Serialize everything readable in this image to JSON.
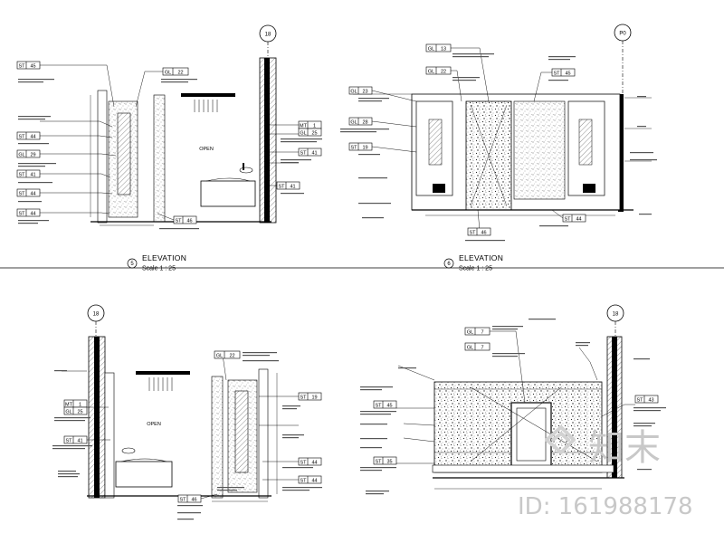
{
  "views": [
    {
      "number": "5",
      "title": "ELEVATION",
      "scale": "Scale 1 : 25"
    },
    {
      "number": "6",
      "title": "ELEVATION",
      "scale": "Scale 1 : 25"
    }
  ],
  "grid_labels": {
    "a": "18",
    "b": "P0",
    "c": "18",
    "d": "18"
  },
  "open_label": "OPEN",
  "tags": {
    "st45": [
      "ST",
      "45"
    ],
    "gl22": [
      "GL",
      "22"
    ],
    "st44": [
      "ST",
      "44"
    ],
    "gl29": [
      "GL",
      "29"
    ],
    "st41": [
      "ST",
      "41"
    ],
    "mt1": [
      "MT",
      "1"
    ],
    "gl25": [
      "GL",
      "25"
    ],
    "st46": [
      "ST",
      "46"
    ],
    "gl13": [
      "GL",
      "13"
    ],
    "gl23": [
      "GL",
      "23"
    ],
    "gl28": [
      "GL",
      "28"
    ],
    "st19": [
      "ST",
      "19"
    ],
    "gl7": [
      "GL",
      "7"
    ],
    "st43": [
      "ST",
      "43"
    ],
    "st35": [
      "ST",
      "35"
    ]
  },
  "watermark": {
    "logo": "知末",
    "id": "ID: 161988178"
  }
}
